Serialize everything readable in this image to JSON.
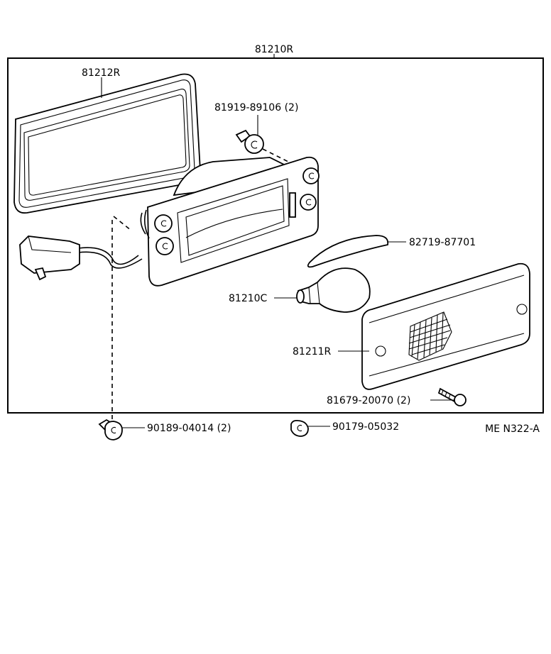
{
  "diagram": {
    "assembly_label": "81210R",
    "diagram_code": "ME N322-A",
    "parts": {
      "gasket": "81212R",
      "bracket_clip": "81919-89106 (2)",
      "lens_shade": "82719-87701",
      "bulb": "81210C",
      "lens": "81211R",
      "screw": "81679-20070 (2)",
      "nut_left": "90189-04014 (2)",
      "nut_right": "90179-05032"
    }
  }
}
